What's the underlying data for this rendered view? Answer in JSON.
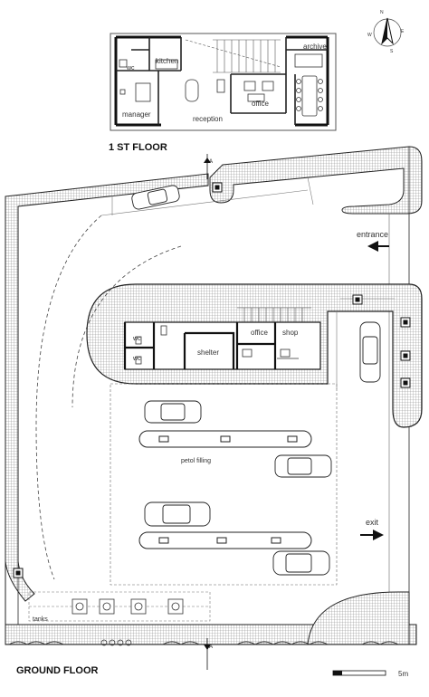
{
  "titles": {
    "first_floor": "1 ST FLOOR",
    "ground_floor": "GROUND FLOOR"
  },
  "first_floor_rooms": {
    "archive": "archive",
    "wc": "wc",
    "kitchen": "kitchen",
    "manager": "manager",
    "reception": "reception",
    "office": "office"
  },
  "ground_floor_rooms": {
    "wc_1": "wc",
    "wc_2": "wc",
    "shelter": "shelter",
    "office": "office",
    "shop": "shop",
    "petrol_filling": "petol filling",
    "tanks": "tanks"
  },
  "signs": {
    "entrance": "entrance",
    "exit": "exit"
  },
  "scale": {
    "label": "5m"
  },
  "north": {
    "letters": [
      "N",
      "E",
      "S",
      "W"
    ]
  },
  "section_marker": {
    "label": "A"
  },
  "colors": {
    "line": "#222222",
    "hatch": "#999999",
    "paving": "#d9d9d9"
  }
}
